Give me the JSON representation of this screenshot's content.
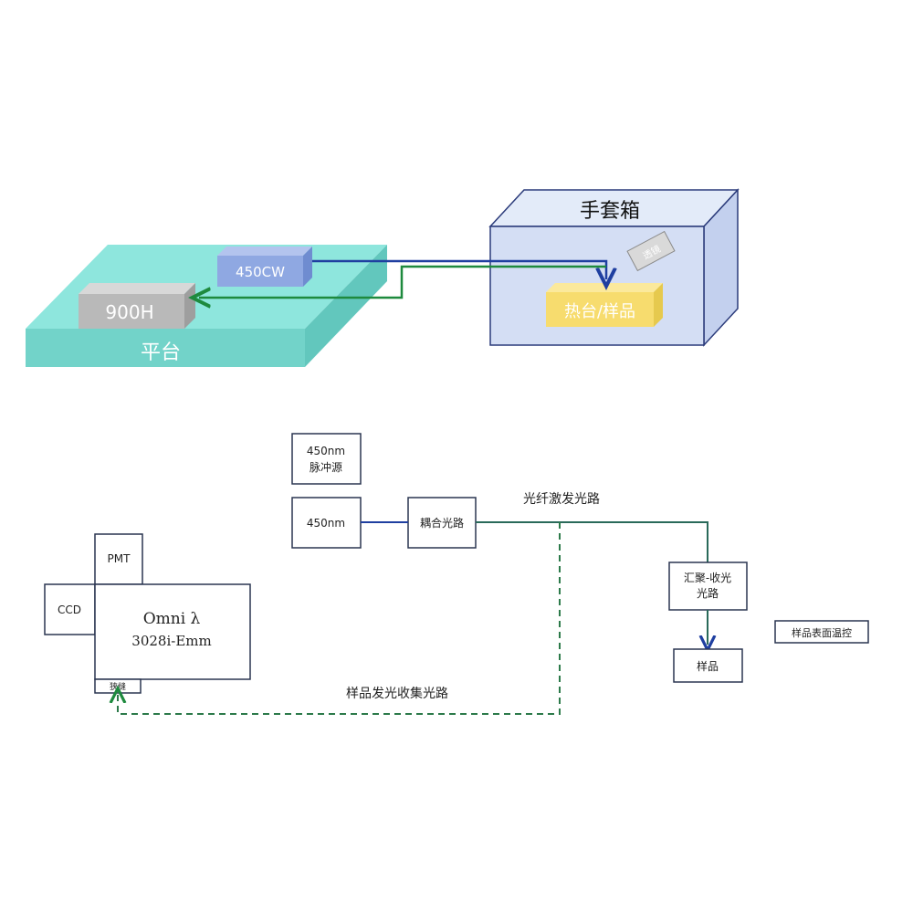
{
  "top": {
    "platform": {
      "label": "平台",
      "color": "#7fdcd3"
    },
    "laser_block": {
      "label": "450CW",
      "color": "#8ea8df"
    },
    "spectro_block": {
      "label": "900H",
      "color": "#b5b5b5"
    },
    "glovebox": {
      "label": "手套箱",
      "color": "#d6e0f5"
    },
    "hotstage": {
      "label": "热台/样品",
      "color": "#f7dc6e"
    },
    "small_block": {
      "label": "透镜"
    }
  },
  "bottom": {
    "source_box": {
      "line1": "450nm",
      "line2": "脉冲源"
    },
    "laser_box": {
      "label": "450nm"
    },
    "coupler_box": {
      "label": "耦合光路"
    },
    "fiber_label": "光纤激发光路",
    "focus_box": {
      "line1": "汇聚-收光",
      "line2": "光路"
    },
    "sample_box": {
      "label": "样品"
    },
    "temp_box": {
      "label": "样品表面温控"
    },
    "pmt_box": {
      "label": "PMT"
    },
    "ccd_box": {
      "label": "CCD"
    },
    "omni_box": {
      "line1": "Omni λ",
      "line2": "3028i-Emm"
    },
    "slit_box": {
      "label": "狭缝"
    },
    "collect_label": "样品发光收集光路"
  },
  "colors": {
    "excite_line": "#1f3fa0",
    "collect_line": "#1e8a3e",
    "dashed_line": "#2c7a4a"
  }
}
